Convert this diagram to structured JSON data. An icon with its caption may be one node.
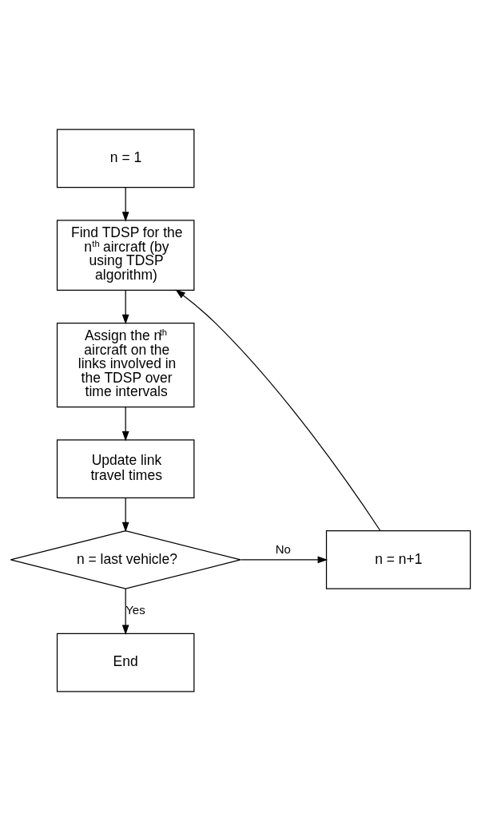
{
  "diagram": {
    "nodes": [
      {
        "text": [
          "n = 1"
        ]
      },
      {
        "text": [
          "Find TDSP for the n$^{th}$ aircraft (by using TDSP algorithm)"
        ]
      },
      {
        "text": [
          "Assign the n$^{th}$ aircraft on the links involved in the TDSP over time intervals"
        ]
      },
      {
        "text": [
          "Update link travel times"
        ]
      },
      {
        "text": [
          "n = last vehicle?"
        ]
      },
      {
        "text": [
          "n = n+1"
        ]
      },
      {
        "text": [
          "End"
        ]
      }
    ],
    "edges": [
      {
        "from": 0,
        "to": 1,
        "arrow": "to"
      },
      {
        "from": 1,
        "to": 2,
        "arrow": "to"
      },
      {
        "from": 2,
        "to": 3,
        "arrow": "to"
      },
      {
        "from": 3,
        "to": 4,
        "arrow": "to"
      },
      {
        "from": 4,
        "to": 5,
        "arrow": "to",
        "label": "No"
      },
      {
        "from": 5,
        "to": 1,
        "arrow": "to"
      },
      {
        "from": 4,
        "to": 6,
        "arrow": "to",
        "label": "Yes"
      }
    ]
  }
}
